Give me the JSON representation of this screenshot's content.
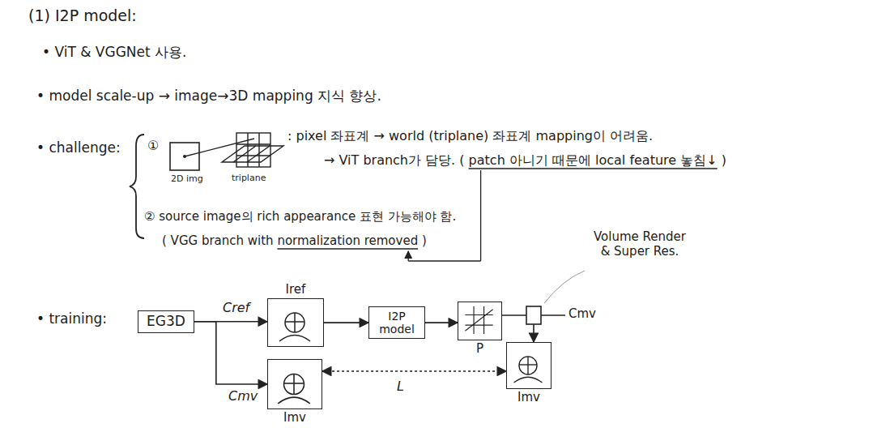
{
  "diagram": {
    "nodes": [
      {
        "text": [
          "EG3D"
        ]
      },
      {
        "text": [
          "Iref"
        ]
      },
      {
        "text": [
          "I2P model"
        ]
      },
      {
        "text": [
          "P"
        ]
      },
      {
        "text": [
          "Imv"
        ]
      },
      {
        "text": [
          "Imv"
        ]
      }
    ],
    "edges": [
      {
        "from": 0,
        "to": 1,
        "label": "Cref",
        "arrow": "to"
      },
      {
        "from": 0,
        "to": 4,
        "label": "Cmv",
        "arrow": "to"
      },
      {
        "from": 1,
        "to": 2,
        "arrow": "to"
      },
      {
        "from": 2,
        "to": 3,
        "arrow": "to"
      },
      {
        "from": 3,
        "to": 5,
        "arrow": "to"
      },
      {
        "from": 4,
        "to": 5,
        "label": "L",
        "arrow": "both"
      }
    ],
    "labels": [
      "(1) I2P model:",
      "• ViT & VGGNet 사용.",
      "• model scale-up → image→3D mapping 지식 향상.",
      "• challenge:",
      "①",
      "2D img",
      "triplane",
      ": pixel 좌표계 → world (triplane) 좌표계 mapping이 어려움.",
      "→ ViT branch가 담당. ( patch 아니기 때문에 local feature 놓침↓ )",
      "② source image의 rich appearance 표현 가능해야 함.",
      "( VGG branch with normalization removed )",
      "Volume Render & Super Res.",
      "• training:",
      "Cmv"
    ]
  }
}
